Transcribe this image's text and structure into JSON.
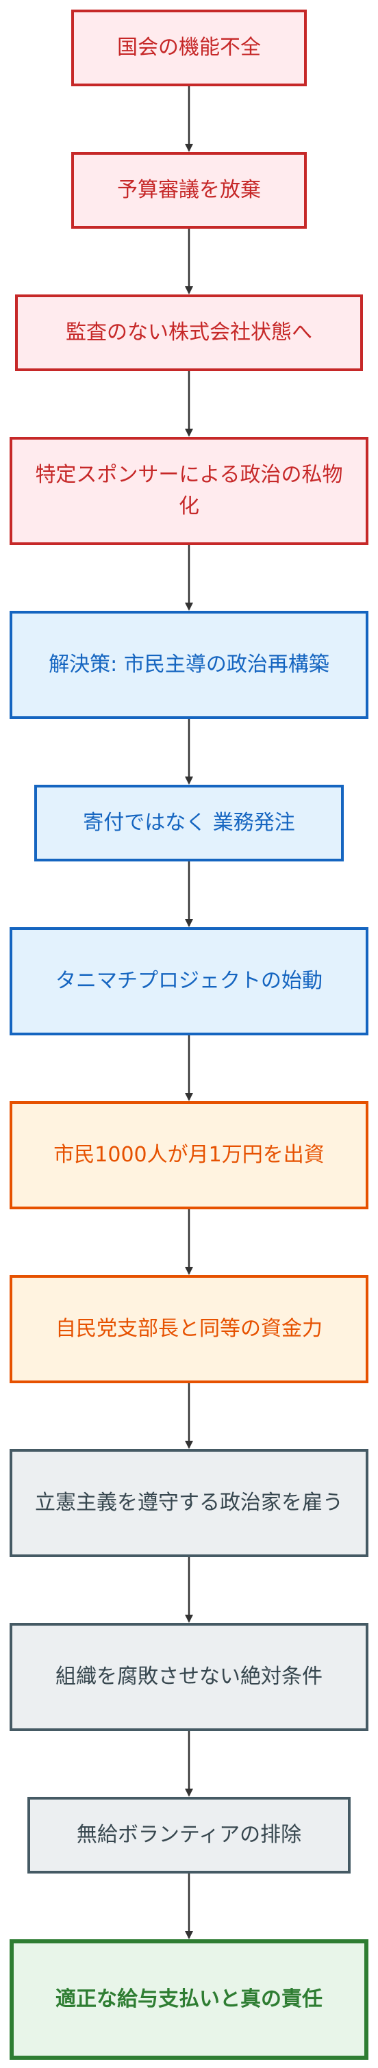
{
  "nodes": [
    {
      "text": "国会の機能不全",
      "style": "red"
    },
    {
      "text": "予算審議を放棄",
      "style": "red"
    },
    {
      "text": "監査のない株式会社状態へ",
      "style": "red"
    },
    {
      "text": "特定スポンサーによる政治の私物化",
      "style": "red"
    },
    {
      "text": "解決策: 市民主導の政治再構築",
      "style": "blue"
    },
    {
      "text": "寄付ではなく 業務発注",
      "style": "blue"
    },
    {
      "text": "タニマチプロジェクトの始動",
      "style": "blue"
    },
    {
      "text": "市民1000人が月1万円を出資",
      "style": "orange"
    },
    {
      "text": "自民党支部長と同等の資金力",
      "style": "orange"
    },
    {
      "text": "立憲主義を遵守する政治家を雇う",
      "style": "gray"
    },
    {
      "text": "組織を腐敗させない絶対条件",
      "style": "gray"
    },
    {
      "text": "無給ボランティアの排除",
      "style": "gray"
    },
    {
      "text": "適正な給与支払いと真の責任",
      "style": "green"
    }
  ],
  "colors": {
    "red_fill": "#ffebee",
    "red_stroke": "#c62828",
    "blue_fill": "#e3f2fd",
    "blue_stroke": "#1565c0",
    "orange_fill": "#fff3e0",
    "orange_stroke": "#e65100",
    "gray_fill": "#eceff1",
    "gray_stroke": "#455a64",
    "green_fill": "#e8f5e9",
    "green_stroke": "#2e7d32",
    "arrow": "#333333"
  }
}
